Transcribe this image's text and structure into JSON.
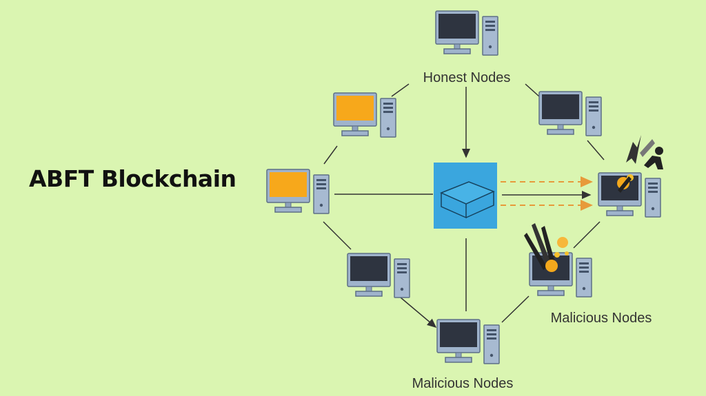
{
  "title": "ABFT Blockchain",
  "labels": {
    "honest": "Honest Nodes",
    "malicious_right": "Malicious Nodes",
    "malicious_bottom": "Malicious Nodes"
  },
  "nodes": [
    {
      "id": "node-top",
      "screen": "dark"
    },
    {
      "id": "node-upper-left",
      "screen": "orange"
    },
    {
      "id": "node-upper-right",
      "screen": "dark"
    },
    {
      "id": "node-left",
      "screen": "orange"
    },
    {
      "id": "node-right-attacked",
      "screen": "dark",
      "state": "attacked"
    },
    {
      "id": "node-lower-left",
      "screen": "dark"
    },
    {
      "id": "node-lower-right-attacked",
      "screen": "dark",
      "state": "attacked"
    },
    {
      "id": "node-bottom",
      "screen": "dark"
    }
  ],
  "colors": {
    "background": "#daf5b1",
    "block": "#3aa6de",
    "screen_orange": "#f7a81b",
    "screen_dark": "#2e3440",
    "arrow_dashed": "#e79a3a",
    "line": "#333333"
  }
}
